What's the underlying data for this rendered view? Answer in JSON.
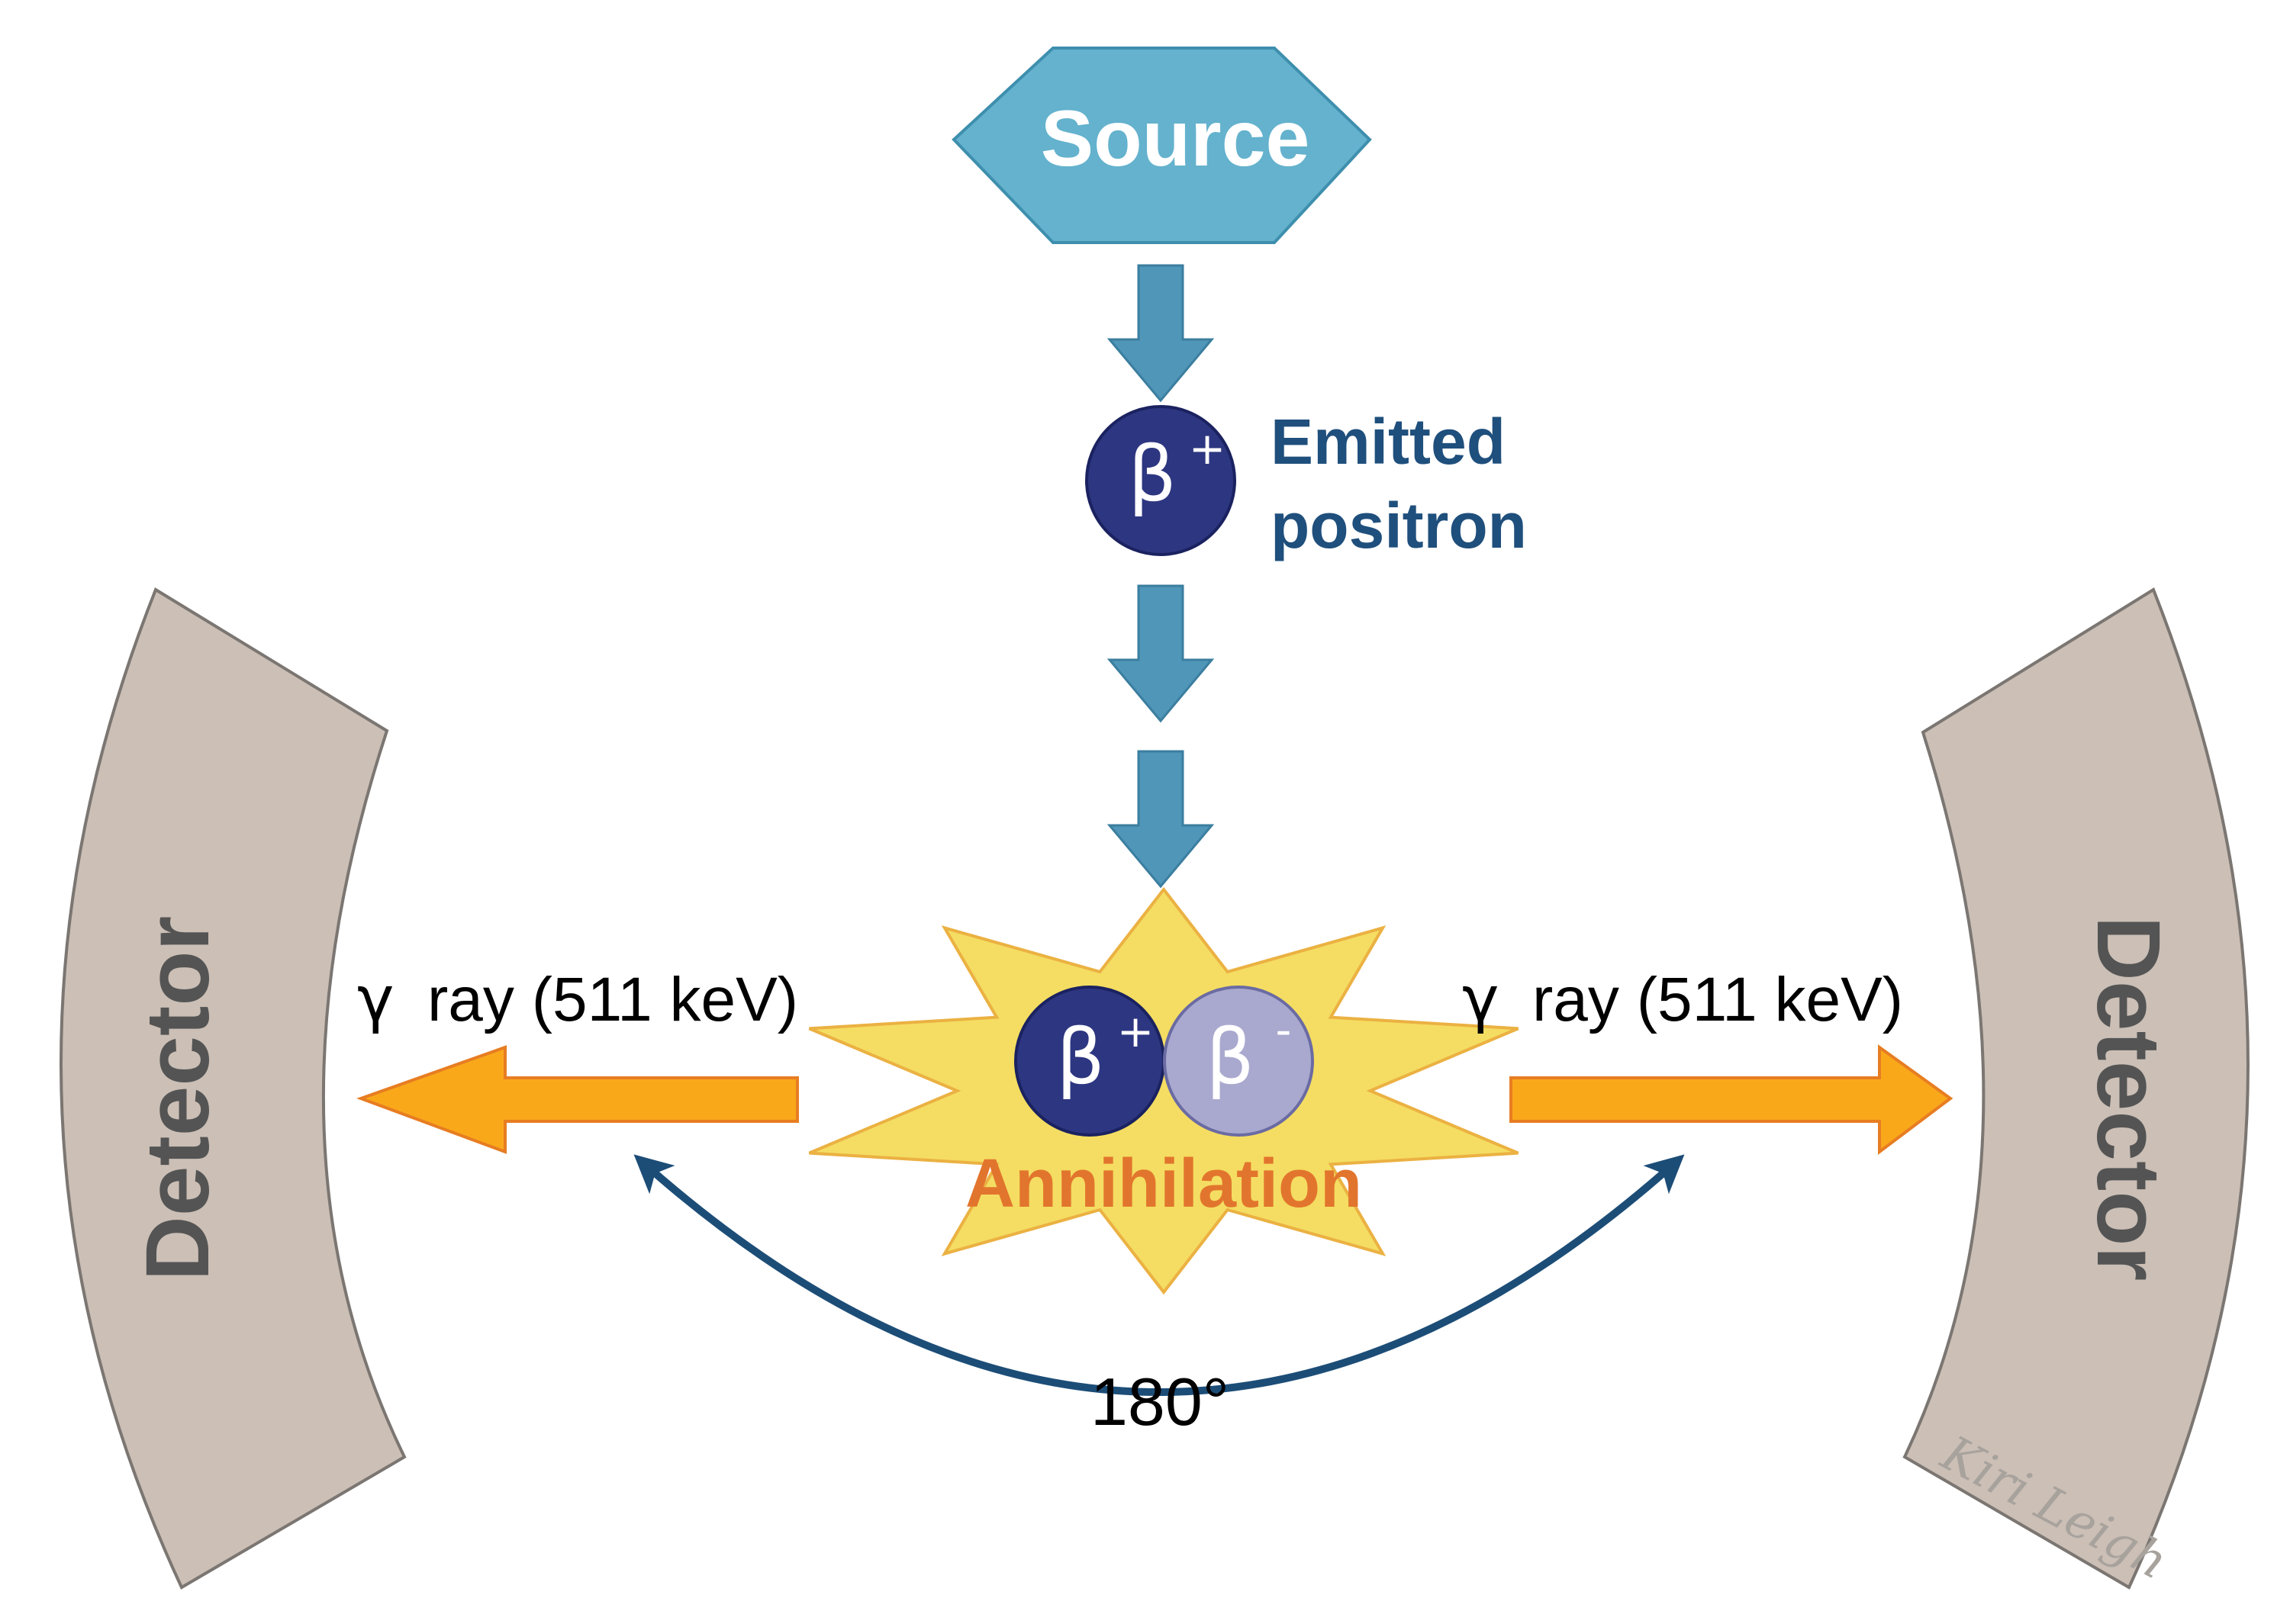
{
  "source": {
    "label": "Source",
    "fill": "#64b2cd",
    "stroke": "#3e8fae",
    "text_color": "#ffffff"
  },
  "emitted_positron": {
    "symbol": "β",
    "superscript": "+",
    "label_line1": "Emitted",
    "label_line2": "positron",
    "particle_fill": "#2d3680",
    "label_color": "#1f4f7c"
  },
  "flow_arrow_color": "#4f96b8",
  "annihilation": {
    "label": "Annihilation",
    "label_color": "#e2752d",
    "burst_fill": "#f4dd62",
    "burst_stroke": "#ebb142",
    "positron": {
      "symbol": "β",
      "superscript": "+",
      "fill": "#2d3680"
    },
    "electron": {
      "symbol": "β",
      "superscript": "-",
      "fill": "#a9a9cf"
    }
  },
  "gamma_left": {
    "symbol": "γ",
    "label": "ray (511 keV)"
  },
  "gamma_right": {
    "symbol": "γ",
    "label": "ray (511 keV)"
  },
  "gamma_arrow_color": "#f9a81a",
  "angle": {
    "label": "180°",
    "arc_color": "#1c4d77"
  },
  "detector_left": {
    "label": "Detector"
  },
  "detector_right": {
    "label": "Detector"
  },
  "detector_fill": "#cbbfb6",
  "detector_stroke": "#7b7672",
  "detector_text_color": "#545454",
  "signature": "Kiri Leigh"
}
